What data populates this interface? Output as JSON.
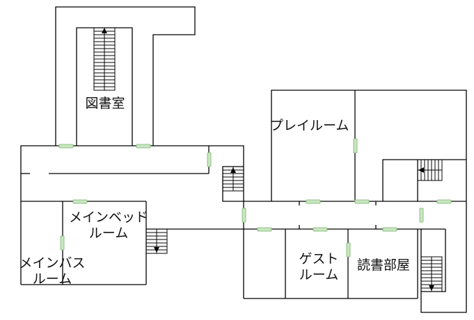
{
  "floorplan": {
    "rooms": [
      {
        "id": "library",
        "label": "図書室"
      },
      {
        "id": "playroom",
        "label": "プレイルーム"
      },
      {
        "id": "main-bedroom",
        "label_line1": "メインベッド",
        "label_line2": "ルーム"
      },
      {
        "id": "main-bathroom",
        "label_line1": "メインバス",
        "label_line2": "ルーム"
      },
      {
        "id": "guest-room",
        "label_line1": "ゲスト",
        "label_line2": "ルーム"
      },
      {
        "id": "reading-room",
        "label": "読書部屋"
      }
    ],
    "colors": {
      "wall": "#000000",
      "door_fill": "#c8e6c0",
      "door_stroke": "#8fbf85",
      "background": "#ffffff"
    },
    "stairs": [
      {
        "id": "library-stairs",
        "direction": "up"
      },
      {
        "id": "hall-stairs",
        "direction": "up"
      },
      {
        "id": "bedroom-stairs",
        "direction": "down"
      },
      {
        "id": "east-stairs",
        "direction": "left"
      },
      {
        "id": "southeast-stairs",
        "direction": "down"
      }
    ]
  }
}
